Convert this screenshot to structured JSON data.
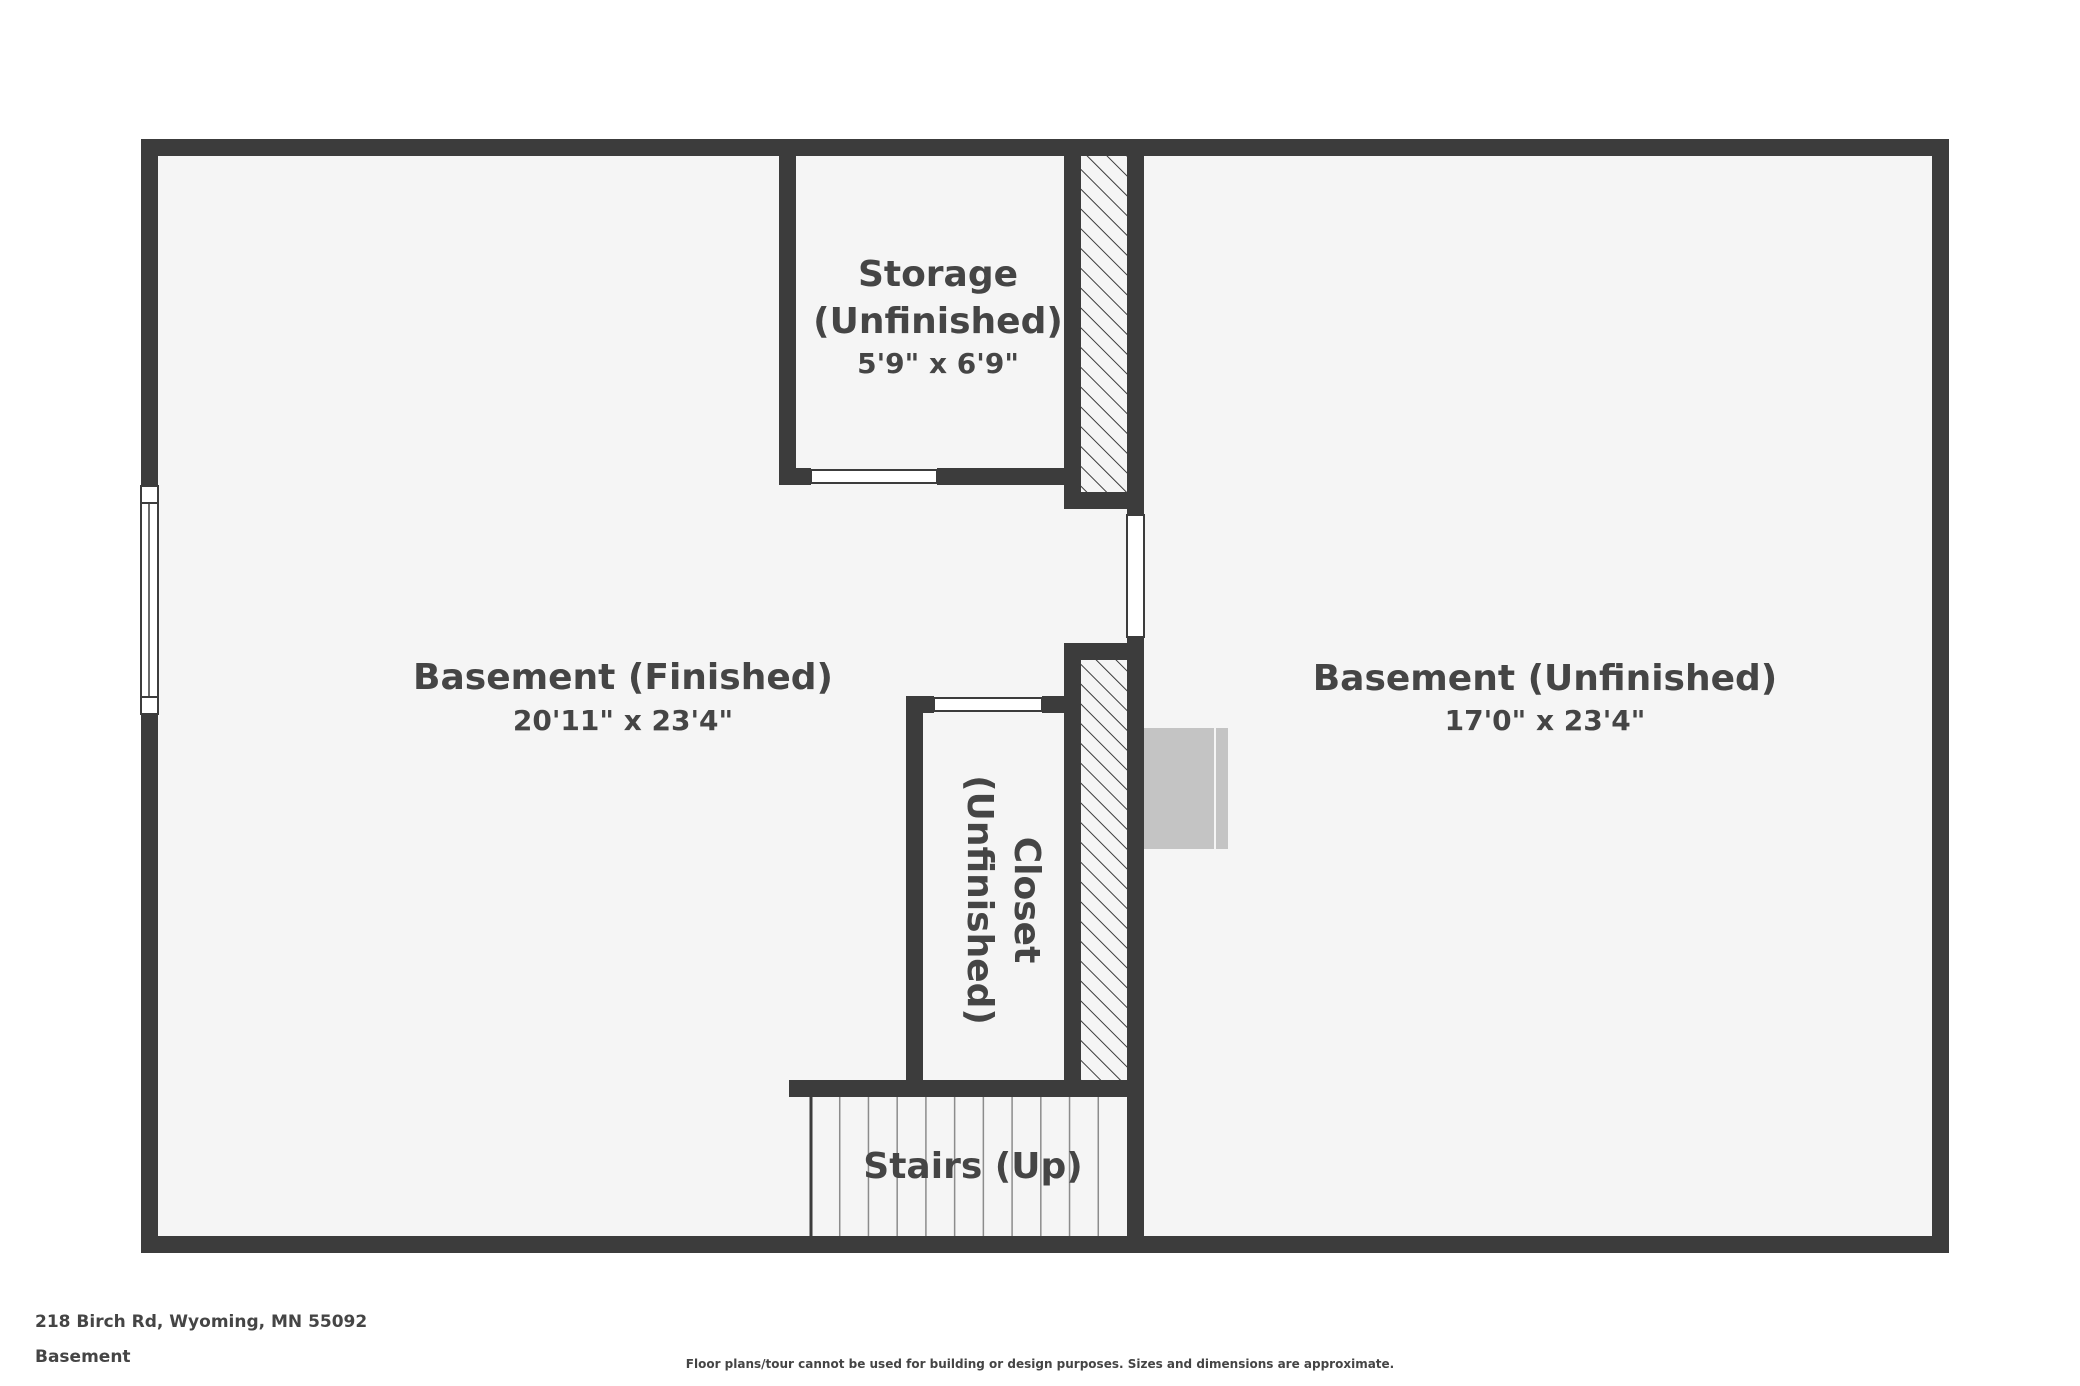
{
  "colors": {
    "wall": "#3c3c3c",
    "floor": "#f5f5f5",
    "hatch": "#3c3c3c",
    "appliance": "#c4c4c4",
    "text": "#454545"
  },
  "rooms": {
    "basement_finished": {
      "name": "Basement (Finished)",
      "dims": "20'11\" x 23'4\""
    },
    "basement_unfinished": {
      "name": "Basement (Unfinished)",
      "dims": "17'0\" x 23'4\""
    },
    "storage": {
      "name_line1": "Storage",
      "name_line2": "(Unfinished)",
      "dims": "5'9\" x 6'9\""
    },
    "closet": {
      "name_line1": "Closet",
      "name_line2": "(Unfinished)"
    },
    "stairs": {
      "name": "Stairs (Up)"
    }
  },
  "footer": {
    "address": "218 Birch Rd, Wyoming, MN 55092",
    "floor": "Basement",
    "disclaimer": "Floor plans/tour cannot be used for building or design purposes. Sizes and dimensions are approximate."
  }
}
